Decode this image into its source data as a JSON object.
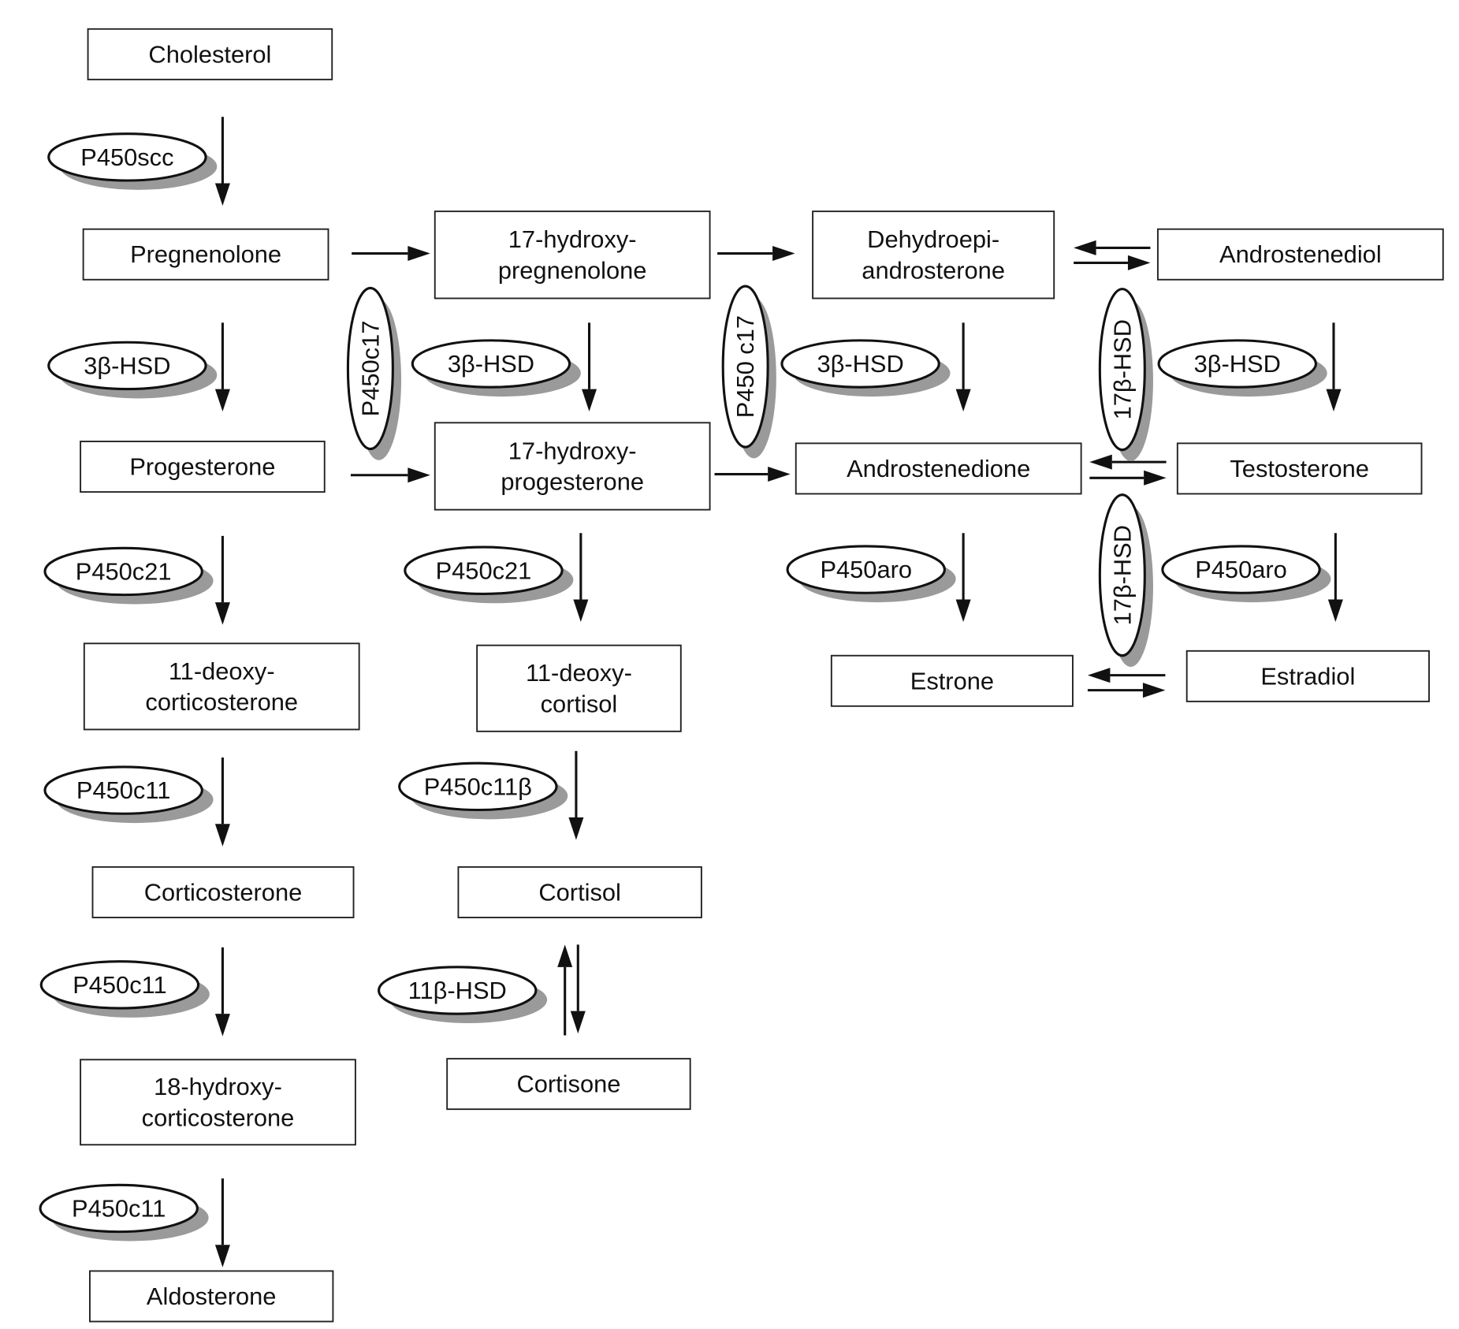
{
  "nodes": {
    "cholesterol": [
      "Cholesterol"
    ],
    "pregnenolone": [
      "Pregnenolone"
    ],
    "hydroxypregnenolone": [
      "17-hydroxy-",
      "pregnenolone"
    ],
    "dhea": [
      "Dehydroepi-",
      "androsterone"
    ],
    "androstenediol": [
      "Androstenediol"
    ],
    "progesterone": [
      "Progesterone"
    ],
    "hydroxyprogesterone": [
      "17-hydroxy-",
      "progesterone"
    ],
    "androstenedione": [
      "Androstenedione"
    ],
    "testosterone": [
      "Testosterone"
    ],
    "deoxycorticosterone": [
      "11-deoxy-",
      "corticosterone"
    ],
    "deoxycortisol": [
      "11-deoxy-",
      "cortisol"
    ],
    "estrone": [
      "Estrone"
    ],
    "estradiol": [
      "Estradiol"
    ],
    "corticosterone": [
      "Corticosterone"
    ],
    "cortisol": [
      "Cortisol"
    ],
    "hydroxycorticosterone": [
      "18-hydroxy-",
      "corticosterone"
    ],
    "cortisone": [
      "Cortisone"
    ],
    "aldosterone": [
      "Aldosterone"
    ]
  },
  "enzymes": {
    "scc": "P450scc",
    "hsd3_a": "3β-HSD",
    "hsd3_b": "3β-HSD",
    "hsd3_c": "3β-HSD",
    "hsd3_d": "3β-HSD",
    "c21_a": "P450c21",
    "c21_b": "P450c21",
    "aro_a": "P450aro",
    "aro_b": "P450aro",
    "c11_a": "P450c11",
    "c11b": "P450c11β",
    "c11_b": "P450c11",
    "hsd11": "11β-HSD",
    "c11_c": "P450c11",
    "c17_a": "P450c17",
    "c17_b": "P450 c17",
    "hsd17_a": "17β-HSD",
    "hsd17_b": "17β-HSD"
  },
  "colors": {
    "stroke": "#111111",
    "shadow": "#9a9a9a",
    "background": "#ffffff"
  }
}
